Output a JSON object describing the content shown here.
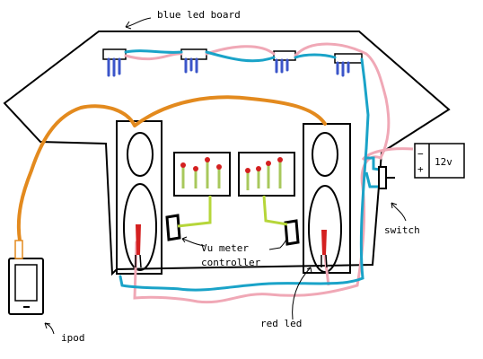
{
  "labels": {
    "blue_led_board": "blue led board",
    "vu_meter": "Vu meter",
    "controller": "controller",
    "switch": "switch",
    "red_led": "red led",
    "ipod": "ipod",
    "voltage": "12v",
    "minus": "−",
    "plus": "+"
  },
  "colors": {
    "orange_wire": "#e38a1e",
    "pink_wire": "#f0a8b6",
    "blue_wire": "#1aa3c8",
    "blue_led": "#3b55c9",
    "red_led": "#d42020",
    "green_lead": "#a8c85c",
    "green_wire": "#b6d63a"
  }
}
